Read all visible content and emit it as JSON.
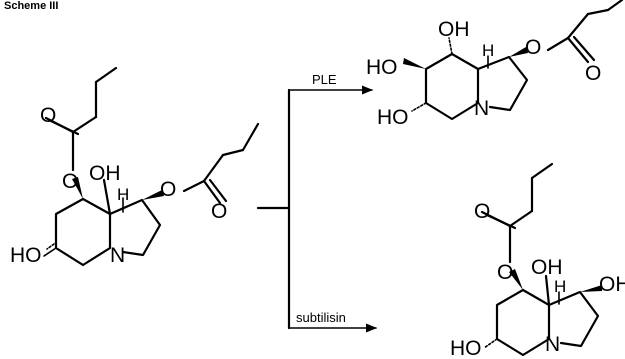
{
  "caption": "Scheme III",
  "reagents": {
    "top": "PLE",
    "bottom": "subtilisin"
  },
  "atoms": {
    "O": "O",
    "OH": "OH",
    "HO": "HO",
    "N": "N",
    "H": "H"
  }
}
